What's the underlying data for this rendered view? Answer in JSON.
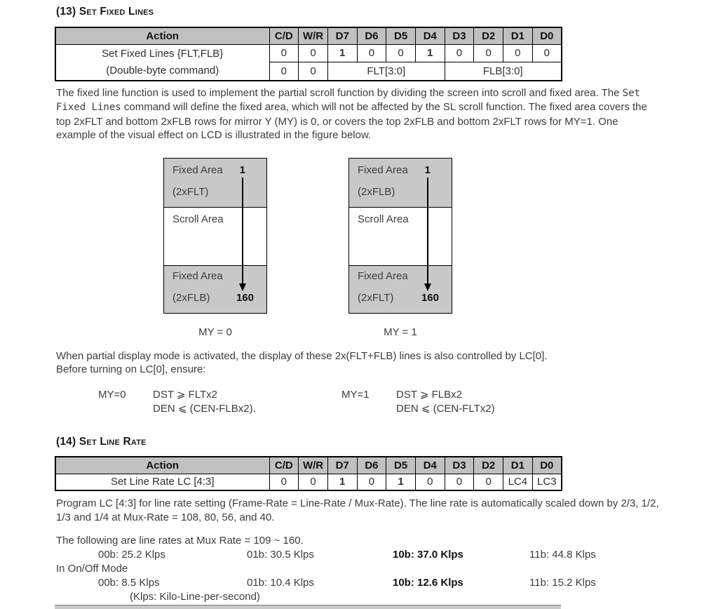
{
  "s13": {
    "heading": "(13) Set Fixed Lines",
    "table": {
      "headers": [
        "Action",
        "C/D",
        "W/R",
        "D7",
        "D6",
        "D5",
        "D4",
        "D3",
        "D2",
        "D1",
        "D0"
      ],
      "action_line1": "Set Fixed Lines {FLT,FLB}",
      "action_line2": "(Double-byte command)",
      "row1": [
        "0",
        "0",
        "1",
        "0",
        "0",
        "1",
        "0",
        "0",
        "0",
        "0"
      ],
      "row2": [
        "0",
        "0",
        "FLT[3:0]",
        "FLB[3:0]"
      ]
    },
    "para_part1": "The fixed line function is used to implement the partial scroll function by dividing the screen into scroll and fixed area. The ",
    "para_mono": "Set Fixed Lines",
    "para_part2": " command will define the fixed area, which will not be affected by the SL scroll function. The fixed area covers the top 2xFLT and bottom 2xFLB rows for mirror Y (MY) is 0, or covers the top 2xFLB and bottom 2xFLT rows for MY=1. One example of the visual effect on LCD is illustrated in the figure below.",
    "figure": {
      "left": {
        "top_label": "Fixed Area",
        "top_num": "1",
        "top_sub": "(2xFLT)",
        "mid_label": "Scroll Area",
        "bottom_label": "Fixed Area",
        "bottom_sub": "(2xFLB)",
        "bottom_num": "160",
        "caption": "MY = 0"
      },
      "right": {
        "top_label": "Fixed Area",
        "top_num": "1",
        "top_sub": "(2xFLB)",
        "mid_label": "Scroll Area",
        "bottom_label": "Fixed Area",
        "bottom_sub": "(2xFLT)",
        "bottom_num": "160",
        "caption": "MY = 1"
      }
    },
    "partial_line1": "When partial display mode is activated, the display of these 2x(FLT+FLB) lines is also controlled by LC[0].",
    "partial_line2": "Before turning on LC[0], ensure:",
    "formulas": {
      "left": {
        "label": "MY=0",
        "line1": "DST ⩾ FLTx2",
        "line2": "DEN ⩽ (CEN-FLBx2)."
      },
      "right": {
        "label": "MY=1",
        "line1": "DST ⩾ FLBx2",
        "line2": "DEN ⩽ (CEN-FLTx2)"
      }
    }
  },
  "s14": {
    "heading": "(14) Set Line Rate",
    "table": {
      "headers": [
        "Action",
        "C/D",
        "W/R",
        "D7",
        "D6",
        "D5",
        "D4",
        "D3",
        "D2",
        "D1",
        "D0"
      ],
      "row": [
        "Set Line Rate LC [4:3]",
        "0",
        "0",
        "1",
        "0",
        "1",
        "0",
        "0",
        "0",
        "LC4",
        "LC3"
      ]
    },
    "paragraph": "Program LC [4:3] for line rate setting (Frame-Rate  = Line-Rate / Mux-Rate). The line rate is automatically scaled down by 2/3, 1/2, 1/3 and 1/4 at Mux-Rate = 108, 80, 56, and 40.",
    "rates_intro": "The following are line rates at Mux Rate = 109 ~ 160.",
    "rates_row1": [
      "00b: 25.2 Klps",
      "01b: 30.5 Klps",
      "10b: 37.0 Klps",
      "11b: 44.8 Klps"
    ],
    "onoff_label": "In On/Off Mode",
    "rates_row2": [
      "00b: 8.5 Klps",
      "01b: 10.4 Klps",
      "10b: 12.6 Klps",
      "11b: 15.2 Klps"
    ],
    "klps_note": "(Klps: Kilo-Line-per-second)"
  }
}
